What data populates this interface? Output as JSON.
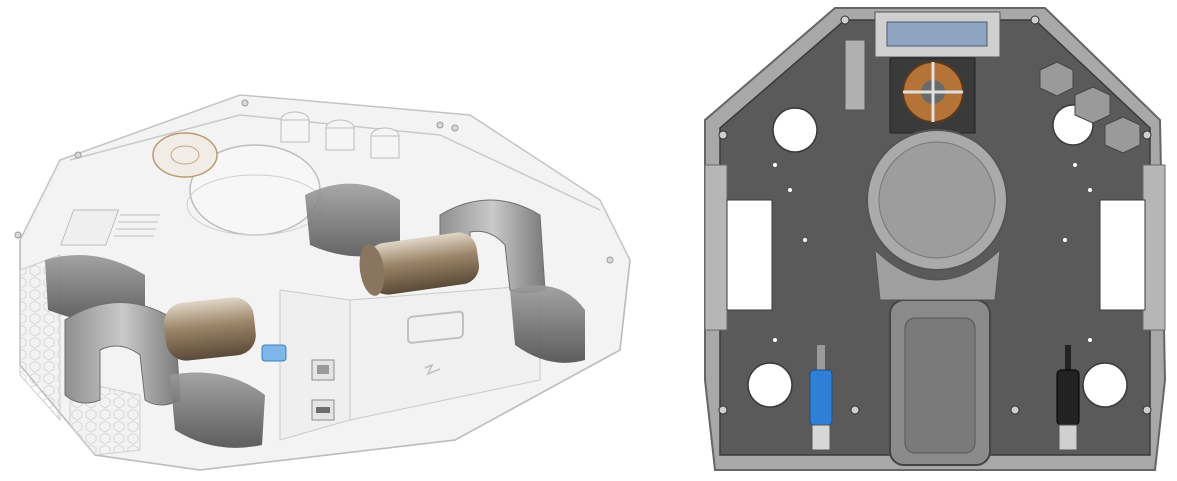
{
  "figure": {
    "panels": [
      {
        "id": "isometric-view",
        "kind": "isometric transparent render"
      },
      {
        "id": "top-view",
        "kind": "orthographic top view"
      }
    ]
  },
  "colors": {
    "background": "#ffffff",
    "housing_ghost": "#ececec",
    "housing_edge": "#b9b9b9",
    "cover_gray": "#6d6d6d",
    "plate_gray": "#5a5a5a",
    "plate_edge": "#3a3a3a",
    "frame_silver": "#a6a6a6",
    "motor_bronze": "#9b8468",
    "motor_steel": "#c8c8c8",
    "fan_copper": "#b5733a",
    "cable_blue": "#2f7fd6",
    "cable_black": "#222222"
  },
  "icons": [
    "battery-icon",
    "ethernet-port-icon",
    "usb-port-icon",
    "cooling-fan-icon"
  ]
}
